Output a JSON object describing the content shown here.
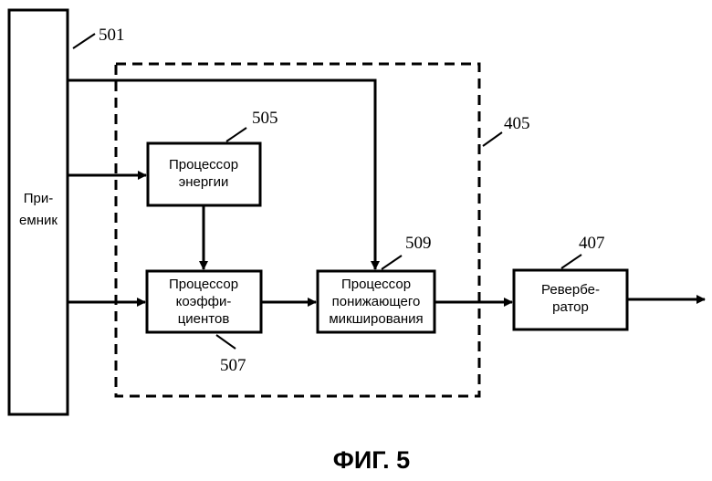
{
  "receiver": {
    "ref": "501",
    "label_line1": "При-",
    "label_line2": "емник"
  },
  "module": {
    "ref": "405"
  },
  "energy_processor": {
    "ref": "505",
    "line1": "Процессор",
    "line2": "энергии"
  },
  "coefficient_processor": {
    "ref": "507",
    "line1": "Процессор",
    "line2": "коэффи-",
    "line3": "циентов"
  },
  "downmix_processor": {
    "ref": "509",
    "line1": "Процессор",
    "line2": "понижающего",
    "line3": "микширования"
  },
  "reverberator": {
    "ref": "407",
    "line1": "Ревербе-",
    "line2": "ратор"
  },
  "figure_caption": "ФИГ. 5"
}
